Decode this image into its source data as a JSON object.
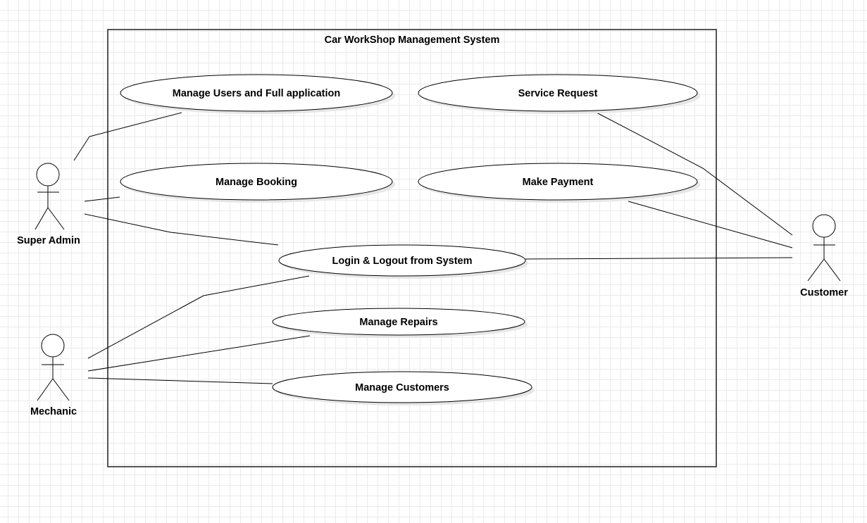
{
  "diagram": {
    "system_title": "Car WorkShop Management System",
    "actors": {
      "super_admin": "Super Admin",
      "mechanic": "Mechanic",
      "customer": "Customer"
    },
    "use_cases": {
      "manage_users": "Manage Users and Full application",
      "service_request": "Service Request",
      "manage_booking": "Manage Booking",
      "make_payment": "Make Payment",
      "login_logout": "Login & Logout from System",
      "manage_repairs": "Manage Repairs",
      "manage_customers": "Manage Customers"
    },
    "colors": {
      "stroke": "#000000",
      "boundary": "#555555",
      "shadow": "#e6e6e6",
      "grid": "#ebebeb"
    }
  }
}
